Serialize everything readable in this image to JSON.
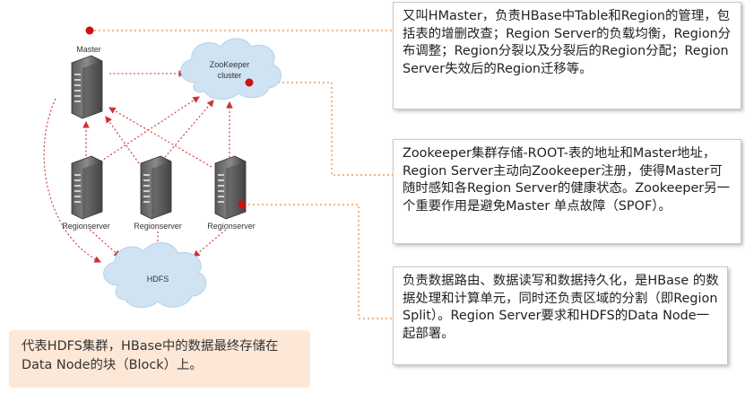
{
  "diagram": {
    "nodes": {
      "master": "Master",
      "zookeeper_line1": "ZooKeeper",
      "zookeeper_line2": "cluster",
      "regionservers": [
        "Regionserver",
        "Regionserver",
        "Regionserver"
      ],
      "hdfs": "HDFS"
    },
    "notes": {
      "master": "又叫HMaster，负责HBase中Table和Region的管理，包括表的增删改查；Region Server的负载均衡，Region分布调整；Region分裂以及分裂后的Region分配；Region Server失效后的Region迁移等。",
      "zookeeper": "Zookeeper集群存储-ROOT-表的地址和Master地址，Region Server主动向Zookeeper注册，使得Master可随时感知各Region Server的健康状态。Zookeeper另一个重要作用是避免Master 单点故障（SPOF）。",
      "regionserver": "负责数据路由、数据读写和数据持久化，是HBase 的数据处理和计算单元，同时还负责区域的分割（即Region Split）。Region Server要求和HDFS的Data Node一起部署。",
      "hdfs": "代表HDFS集群，HBase中的数据最终存储在Data Node的块（Block）上。"
    },
    "colors": {
      "cloud": "#cfe3f3",
      "connector": "#e8873a",
      "marker": "#cc1111",
      "arrow": "#cc3333",
      "note_bg": "#fde7d6"
    }
  }
}
